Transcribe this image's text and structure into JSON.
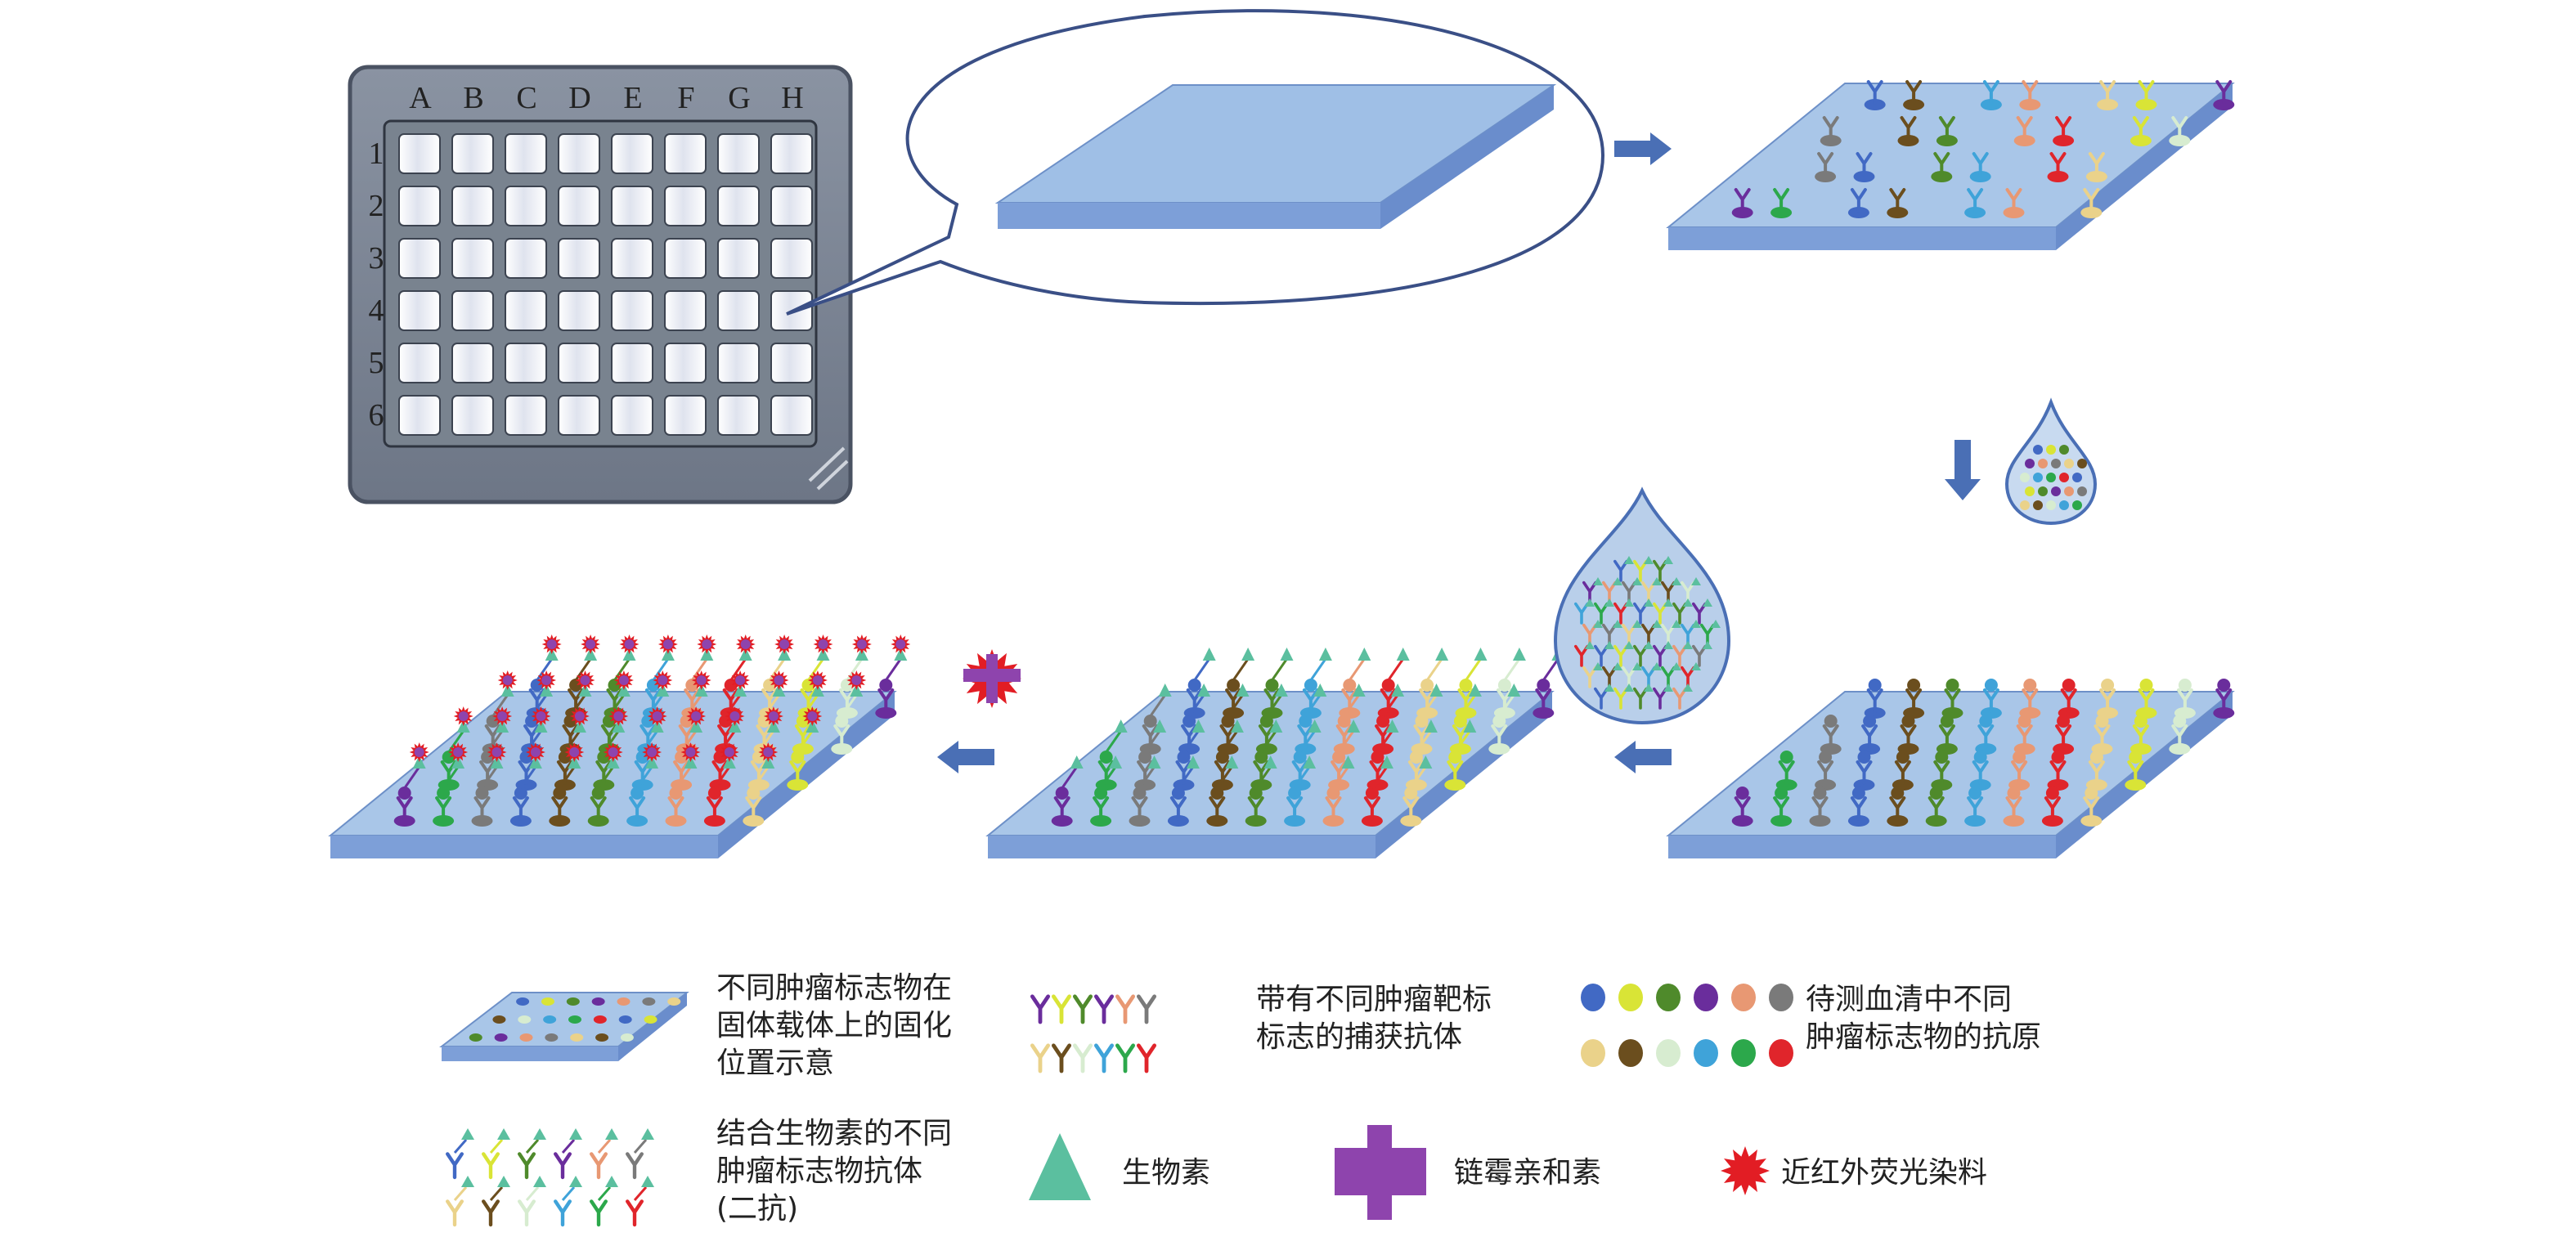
{
  "plate": {
    "columns": [
      "A",
      "B",
      "C",
      "D",
      "E",
      "F",
      "G",
      "H"
    ],
    "rows": [
      "1",
      "2",
      "3",
      "4",
      "5",
      "6"
    ]
  },
  "legend": {
    "item1": [
      "不同肿瘤标志物在",
      "固体载体上的固化",
      "位置示意"
    ],
    "item2": [
      "带有不同肿瘤靶标",
      "标志的捕获抗体"
    ],
    "item3": [
      "待测血清中不同",
      "肿瘤标志物的抗原"
    ],
    "item4": [
      "结合生物素的不同",
      "肿瘤标志物抗体",
      "(二抗)"
    ],
    "item5": "生物素",
    "item6": "链霉亲和素",
    "item7": "近红外荧光染料"
  },
  "colors": {
    "slide_top": "#a9c6e8",
    "slide_side": "#7a9fd6",
    "arrow": "#4a6fb5",
    "plate_dark": "#7b8595",
    "biotin": "#5bbf9f",
    "streptavidin": "#8e44ad",
    "dye": "#e21d24",
    "markers": [
      "#4169c4",
      "#d9e436",
      "#4f8a2b",
      "#6a2d9c",
      "#e89873",
      "#7a7a7a",
      "#ead28a",
      "#6b4e1e",
      "#d7ecd0",
      "#3fa3d9",
      "#2ca84b",
      "#e0252b"
    ]
  }
}
